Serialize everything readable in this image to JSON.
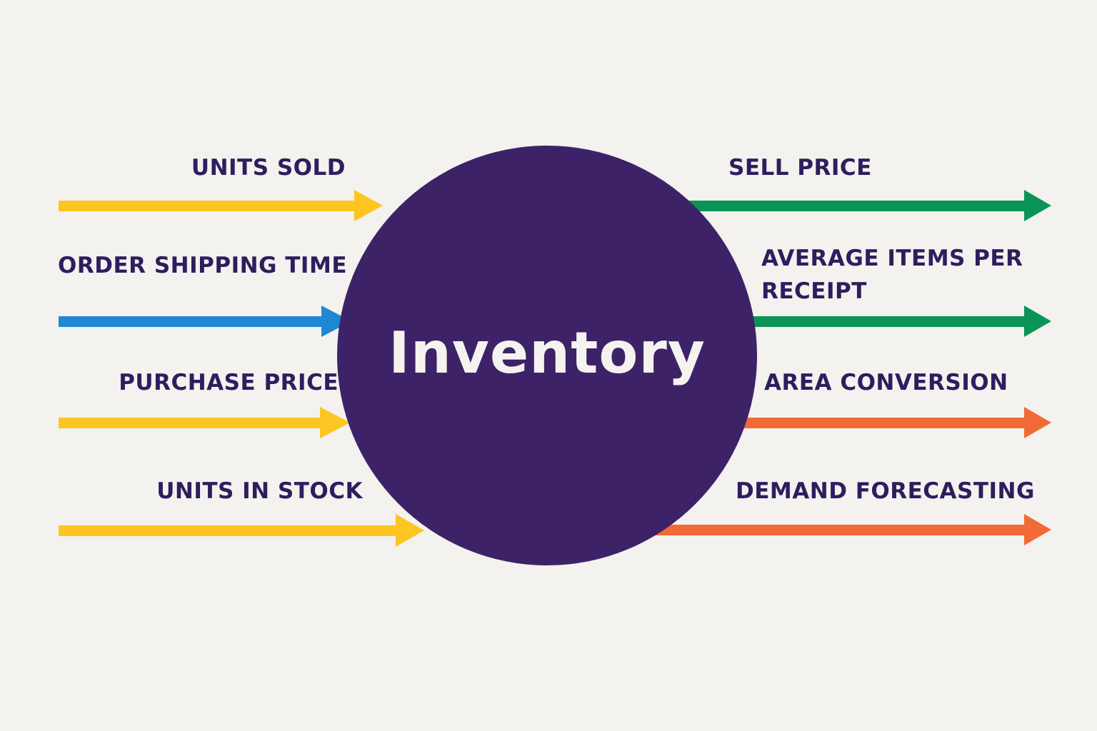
{
  "diagram": {
    "title": "Inventory",
    "hub": {
      "label": "Inventory",
      "color": "#3d2268",
      "text_color": "#f5f3f0"
    },
    "label_color": "#2e1d5e",
    "background": "#f3f2ef",
    "inputs": [
      {
        "label": "UNITS SOLD",
        "color": "#fcc521"
      },
      {
        "label": "ORDER SHIPPING TIME",
        "color": "#1e88d4"
      },
      {
        "label": "PURCHASE PRICE",
        "color": "#fcc521"
      },
      {
        "label": "UNITS IN STOCK",
        "color": "#fcc521"
      }
    ],
    "outputs": [
      {
        "label": "SELL PRICE",
        "color": "#0a9457"
      },
      {
        "label_line1": "AVERAGE ITEMS PER",
        "label_line2": "RECEIPT",
        "color": "#0a9457"
      },
      {
        "label": "AREA CONVERSION",
        "color": "#f26a35"
      },
      {
        "label": "DEMAND FORECASTING",
        "color": "#f26a35"
      }
    ]
  }
}
